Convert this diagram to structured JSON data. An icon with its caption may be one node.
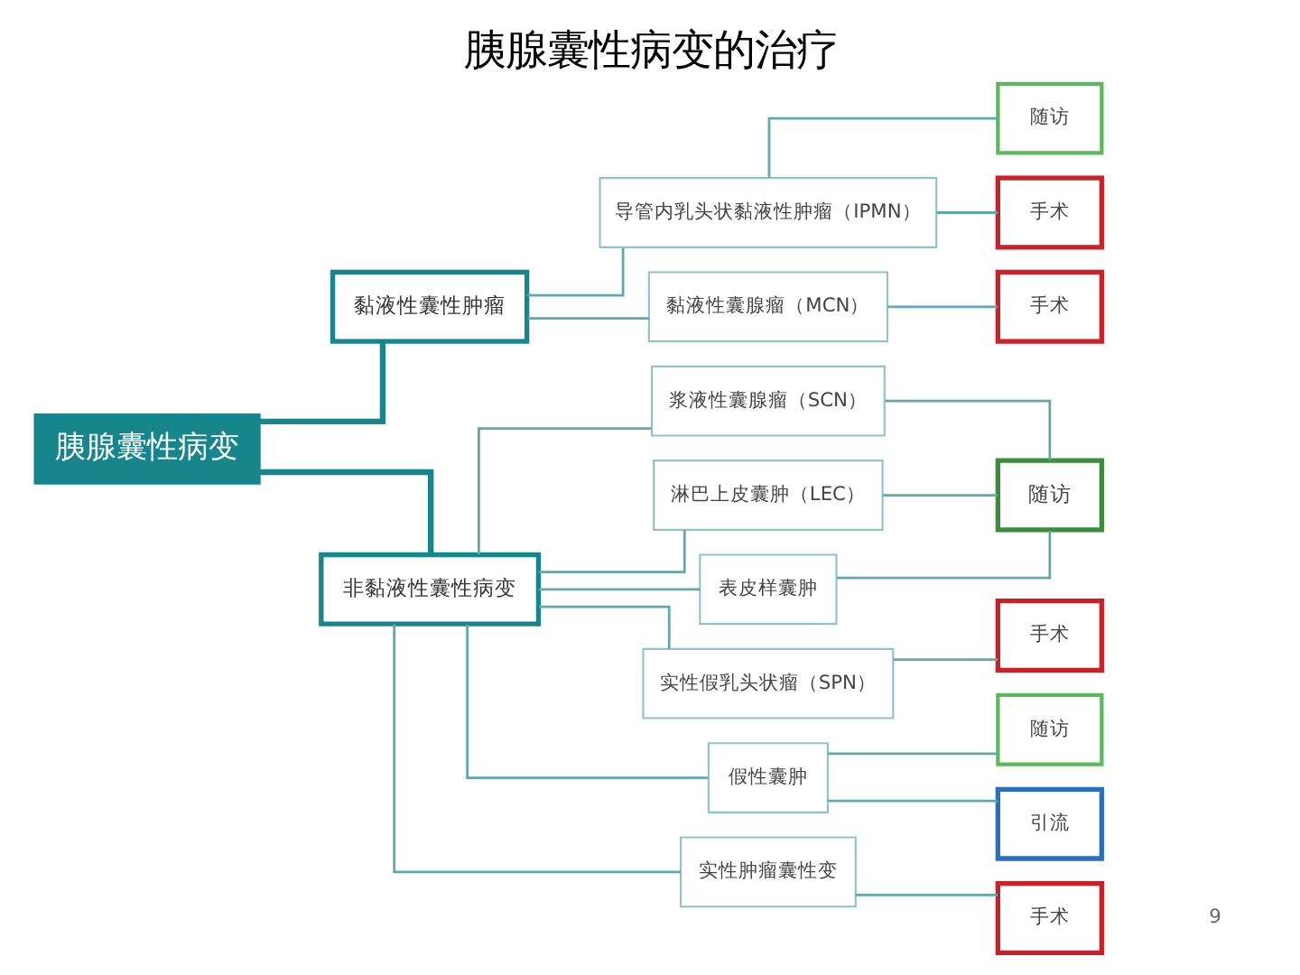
{
  "diagram": {
    "title": "胰腺囊性病变的治疗",
    "nodes": [
      {
        "text": [
          "胰腺囊性病变"
        ]
      },
      {
        "text": [
          "黏液性囊性肿瘤"
        ]
      },
      {
        "text": [
          "导管内乳头状黏液性肿瘤（IPMN）"
        ]
      },
      {
        "text": [
          "随访"
        ]
      },
      {
        "text": [
          "手术"
        ]
      },
      {
        "text": [
          "黏液性囊腺瘤（MCN）"
        ]
      },
      {
        "text": [
          "手术"
        ]
      },
      {
        "text": [
          "非黏液性囊性病变"
        ]
      },
      {
        "text": [
          "浆液性囊腺瘤（SCN）"
        ]
      },
      {
        "text": [
          "淋巴上皮囊肿（LEC）"
        ]
      },
      {
        "text": [
          "表皮样囊肿"
        ]
      },
      {
        "text": [
          "随访"
        ]
      },
      {
        "text": [
          "实性假乳头状瘤（SPN）"
        ]
      },
      {
        "text": [
          "手术"
        ]
      },
      {
        "text": [
          "假性囊肿"
        ]
      },
      {
        "text": [
          "随访"
        ]
      },
      {
        "text": [
          "引流"
        ]
      },
      {
        "text": [
          "实性肿瘤囊性变"
        ]
      },
      {
        "text": [
          "手术"
        ]
      }
    ],
    "edges": [
      {
        "from": 0,
        "to": 1,
        "arrow": "none",
        "style": "thick",
        "color": "#17858c"
      },
      {
        "from": 0,
        "to": 7,
        "arrow": "none",
        "style": "thick",
        "color": "#17858c"
      },
      {
        "from": 1,
        "to": 2,
        "arrow": "none"
      },
      {
        "from": 1,
        "to": 5,
        "arrow": "none"
      },
      {
        "from": 2,
        "to": 3,
        "arrow": "none"
      },
      {
        "from": 2,
        "to": 4,
        "arrow": "none"
      },
      {
        "from": 5,
        "to": 6,
        "arrow": "none"
      },
      {
        "from": 7,
        "to": 8,
        "arrow": "none"
      },
      {
        "from": 7,
        "to": 9,
        "arrow": "none"
      },
      {
        "from": 7,
        "to": 10,
        "arrow": "none"
      },
      {
        "from": 7,
        "to": 12,
        "arrow": "none"
      },
      {
        "from": 7,
        "to": 14,
        "arrow": "none"
      },
      {
        "from": 7,
        "to": 17,
        "arrow": "none"
      },
      {
        "from": 8,
        "to": 11,
        "arrow": "none"
      },
      {
        "from": 9,
        "to": 11,
        "arrow": "none"
      },
      {
        "from": 10,
        "to": 11,
        "arrow": "none"
      },
      {
        "from": 12,
        "to": 13,
        "arrow": "none"
      },
      {
        "from": 14,
        "to": 15,
        "arrow": "none"
      },
      {
        "from": 14,
        "to": 16,
        "arrow": "none"
      },
      {
        "from": 17,
        "to": 18,
        "arrow": "none"
      }
    ],
    "labels": [
      "9"
    ]
  }
}
